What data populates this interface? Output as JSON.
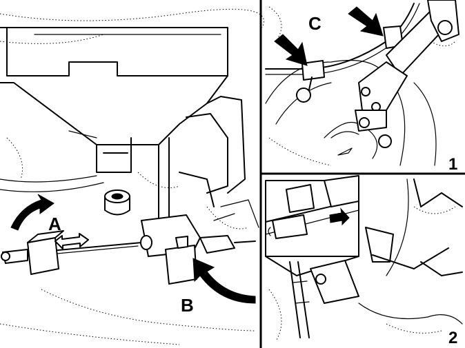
{
  "figure": {
    "callouts": {
      "a": "A",
      "b": "B",
      "c": "C"
    },
    "insets": {
      "inset_1_number": "1",
      "inset_2_number": "2"
    }
  }
}
